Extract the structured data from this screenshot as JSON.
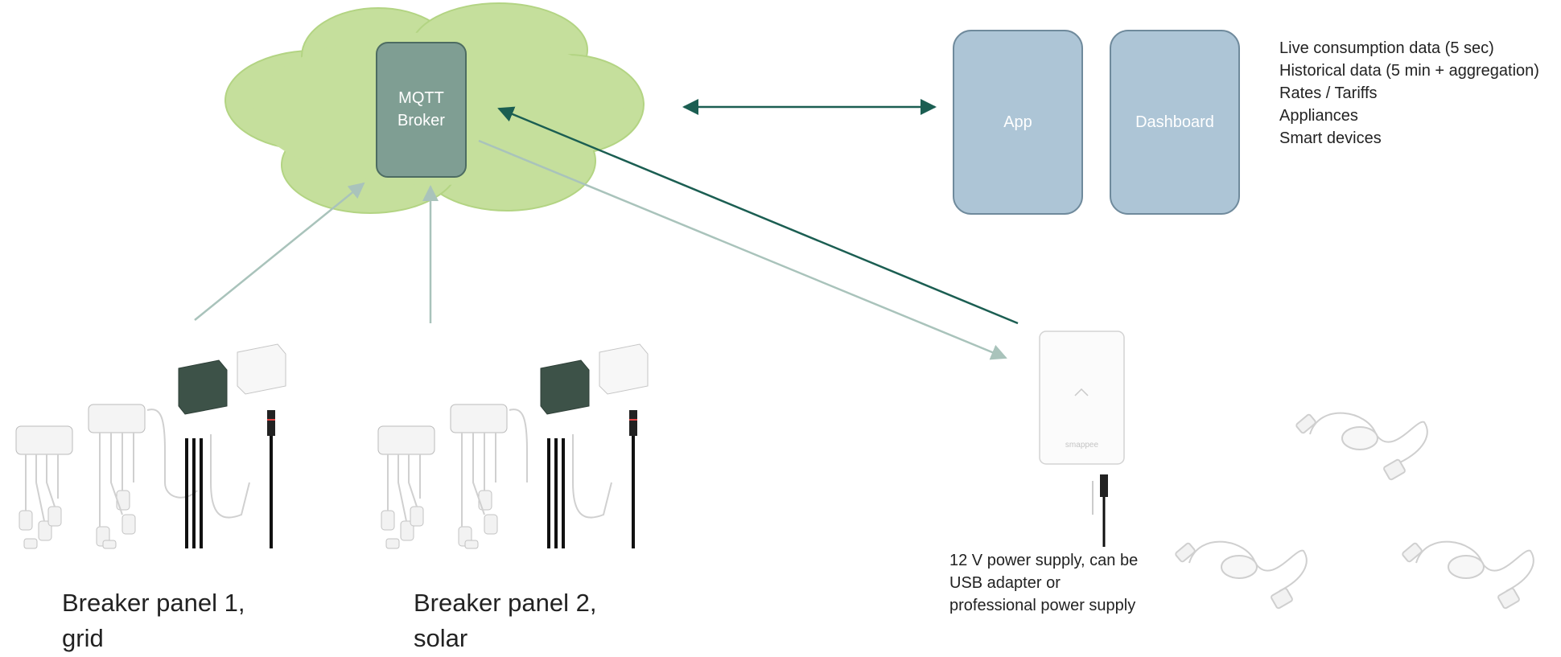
{
  "cloud": {
    "broker_line1": "MQTT",
    "broker_line2": "Broker"
  },
  "apps": {
    "app_label": "App",
    "dashboard_label": "Dashboard"
  },
  "data_types": [
    "Live consumption data (5 sec)",
    "Historical data (5 min + aggregation)",
    "Rates / Tariffs",
    "Appliances",
    "Smart devices"
  ],
  "breaker_panel_1": {
    "line1": "Breaker panel 1,",
    "line2": "grid"
  },
  "breaker_panel_2": {
    "line1": "Breaker panel 2,",
    "line2": "solar"
  },
  "gateway_logo": "smappee",
  "power_supply": [
    "12 V power supply, can be",
    "USB adapter or",
    "professional power supply"
  ],
  "colors": {
    "cloud_fill": "#c5df9c",
    "cloud_edge": "#b3d483",
    "broker_fill": "#7f9e93",
    "broker_edge": "#4d6c62",
    "app_fill": "#adc5d6",
    "app_edge": "#6f8a9c",
    "arrow_dark": "#1b5e52",
    "arrow_light": "#a9c3bb",
    "device_dark": "#3d5248"
  }
}
